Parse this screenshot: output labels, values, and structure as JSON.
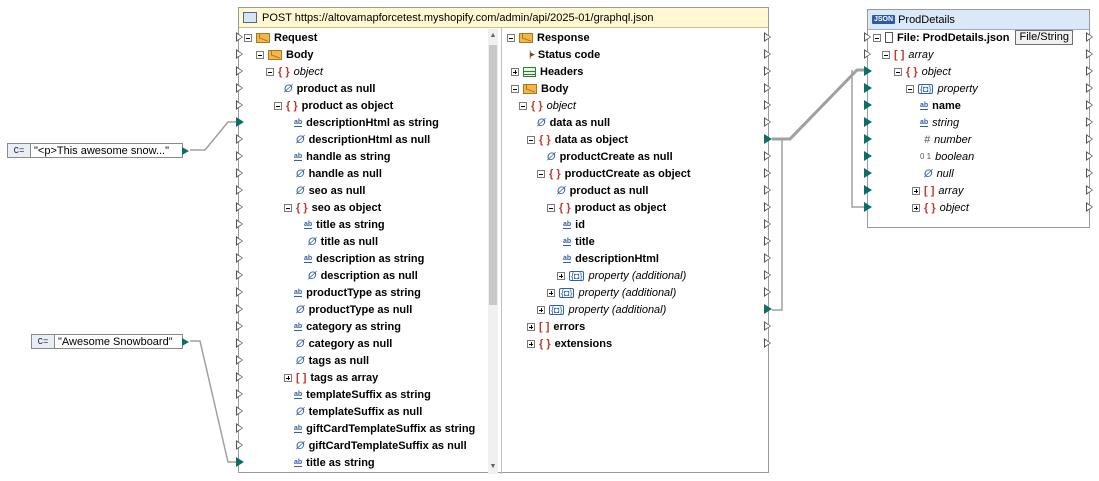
{
  "constants": [
    {
      "label": "C=",
      "value": "\"<p>This awesome snow...\""
    },
    {
      "label": "C=",
      "value": "\"Awesome Snowboard\""
    }
  ],
  "request_component": {
    "title": "POST https://altovamapforcetest.myshopify.com/admin/api/2025-01/graphql.json",
    "request_tree": [
      {
        "label": "Request",
        "bold": true
      },
      {
        "label": "Body",
        "bold": true
      },
      {
        "label": "object",
        "italic": true
      },
      {
        "label": "product as null",
        "bold": true
      },
      {
        "label": "product as object",
        "bold": true
      },
      {
        "label": "descriptionHtml as string",
        "bold": true
      },
      {
        "label": "descriptionHtml as null",
        "bold": true
      },
      {
        "label": "handle as string",
        "bold": true
      },
      {
        "label": "handle as null",
        "bold": true
      },
      {
        "label": "seo as null",
        "bold": true
      },
      {
        "label": "seo as object",
        "bold": true
      },
      {
        "label": "title as string",
        "bold": true
      },
      {
        "label": "title as null",
        "bold": true
      },
      {
        "label": "description as string",
        "bold": true
      },
      {
        "label": "description as null",
        "bold": true
      },
      {
        "label": "productType as string",
        "bold": true
      },
      {
        "label": "productType as null",
        "bold": true
      },
      {
        "label": "category as string",
        "bold": true
      },
      {
        "label": "category as null",
        "bold": true
      },
      {
        "label": "tags as null",
        "bold": true
      },
      {
        "label": "tags as array",
        "bold": true
      },
      {
        "label": "templateSuffix as string",
        "bold": true
      },
      {
        "label": "templateSuffix as null",
        "bold": true
      },
      {
        "label": "giftCardTemplateSuffix as string",
        "bold": true
      },
      {
        "label": "giftCardTemplateSuffix as null",
        "bold": true
      },
      {
        "label": "title as string",
        "bold": true
      }
    ],
    "response_tree": [
      {
        "label": "Response",
        "bold": true
      },
      {
        "label": "Status code",
        "bold": true
      },
      {
        "label": "Headers",
        "bold": true
      },
      {
        "label": "Body",
        "bold": true
      },
      {
        "label": "object",
        "italic": true
      },
      {
        "label": "data as null",
        "bold": true
      },
      {
        "label": "data as object",
        "bold": true
      },
      {
        "label": "productCreate as null",
        "bold": true
      },
      {
        "label": "productCreate as object",
        "bold": true
      },
      {
        "label": "product as null",
        "bold": true
      },
      {
        "label": "product as object",
        "bold": true
      },
      {
        "label": "id",
        "bold": true
      },
      {
        "label": "title",
        "bold": true
      },
      {
        "label": "descriptionHtml",
        "bold": true
      },
      {
        "label": "property (additional)",
        "italic": true
      },
      {
        "label": "property (additional)",
        "italic": true
      },
      {
        "label": "property (additional)",
        "italic": true
      },
      {
        "label": "errors",
        "bold": true
      },
      {
        "label": "extensions",
        "bold": true
      }
    ]
  },
  "prod_component": {
    "badge": "JSON",
    "title": "ProdDetails",
    "file_label": "File: ProdDetails.json",
    "file_button": "File/String",
    "tree": [
      {
        "label": "array",
        "italic": true
      },
      {
        "label": "object",
        "italic": true
      },
      {
        "label": "property",
        "italic": true
      },
      {
        "label": "name",
        "bold": true
      },
      {
        "label": "string",
        "italic": true
      },
      {
        "label": "number",
        "italic": true
      },
      {
        "label": "boolean",
        "italic": true
      },
      {
        "label": "null",
        "italic": true
      },
      {
        "label": "array",
        "italic": true
      },
      {
        "label": "object",
        "italic": true
      }
    ]
  },
  "colors": {
    "connector": "#a0a0a0",
    "port_fill": "#0d6e68",
    "title_yellow": "#fff8d0",
    "title_blue": "#dbe8f7"
  }
}
